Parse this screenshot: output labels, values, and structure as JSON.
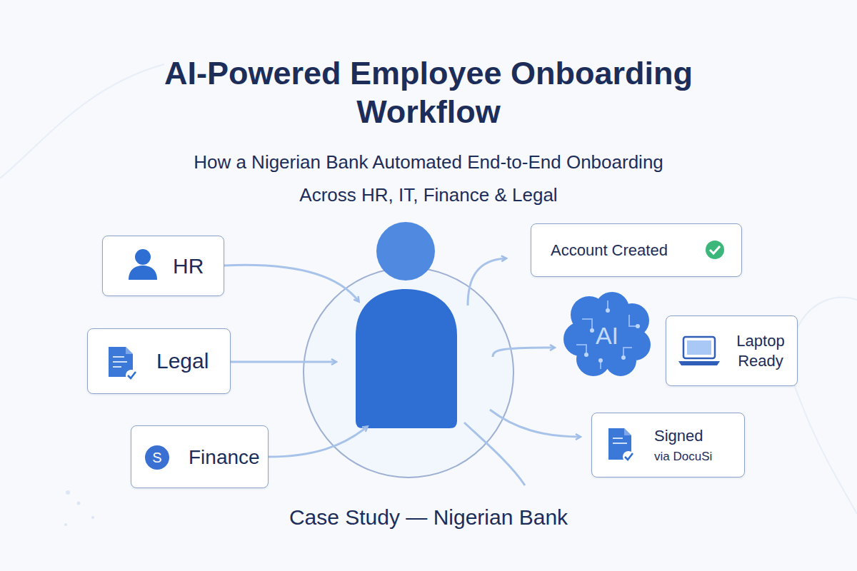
{
  "diagram": {
    "title": "AI-Powered Employee Onboarding Workflow",
    "caption": "Case Study — Nigerian Bank",
    "nodes": [
      {
        "text": [
          "HR"
        ]
      },
      {
        "text": [
          "Legal"
        ]
      },
      {
        "text": [
          "Finance"
        ]
      },
      {
        "text": [
          "Account Created"
        ]
      },
      {
        "text": [
          "AI"
        ]
      },
      {
        "text": [
          "Laptop Ready"
        ]
      },
      {
        "text": [
          "Signed",
          "via DocuSi"
        ]
      }
    ],
    "labels": [
      "How a Nigerian Bank Automated End-to-End Onboarding Across HR, IT, Finance & Legal",
      "S"
    ]
  }
}
